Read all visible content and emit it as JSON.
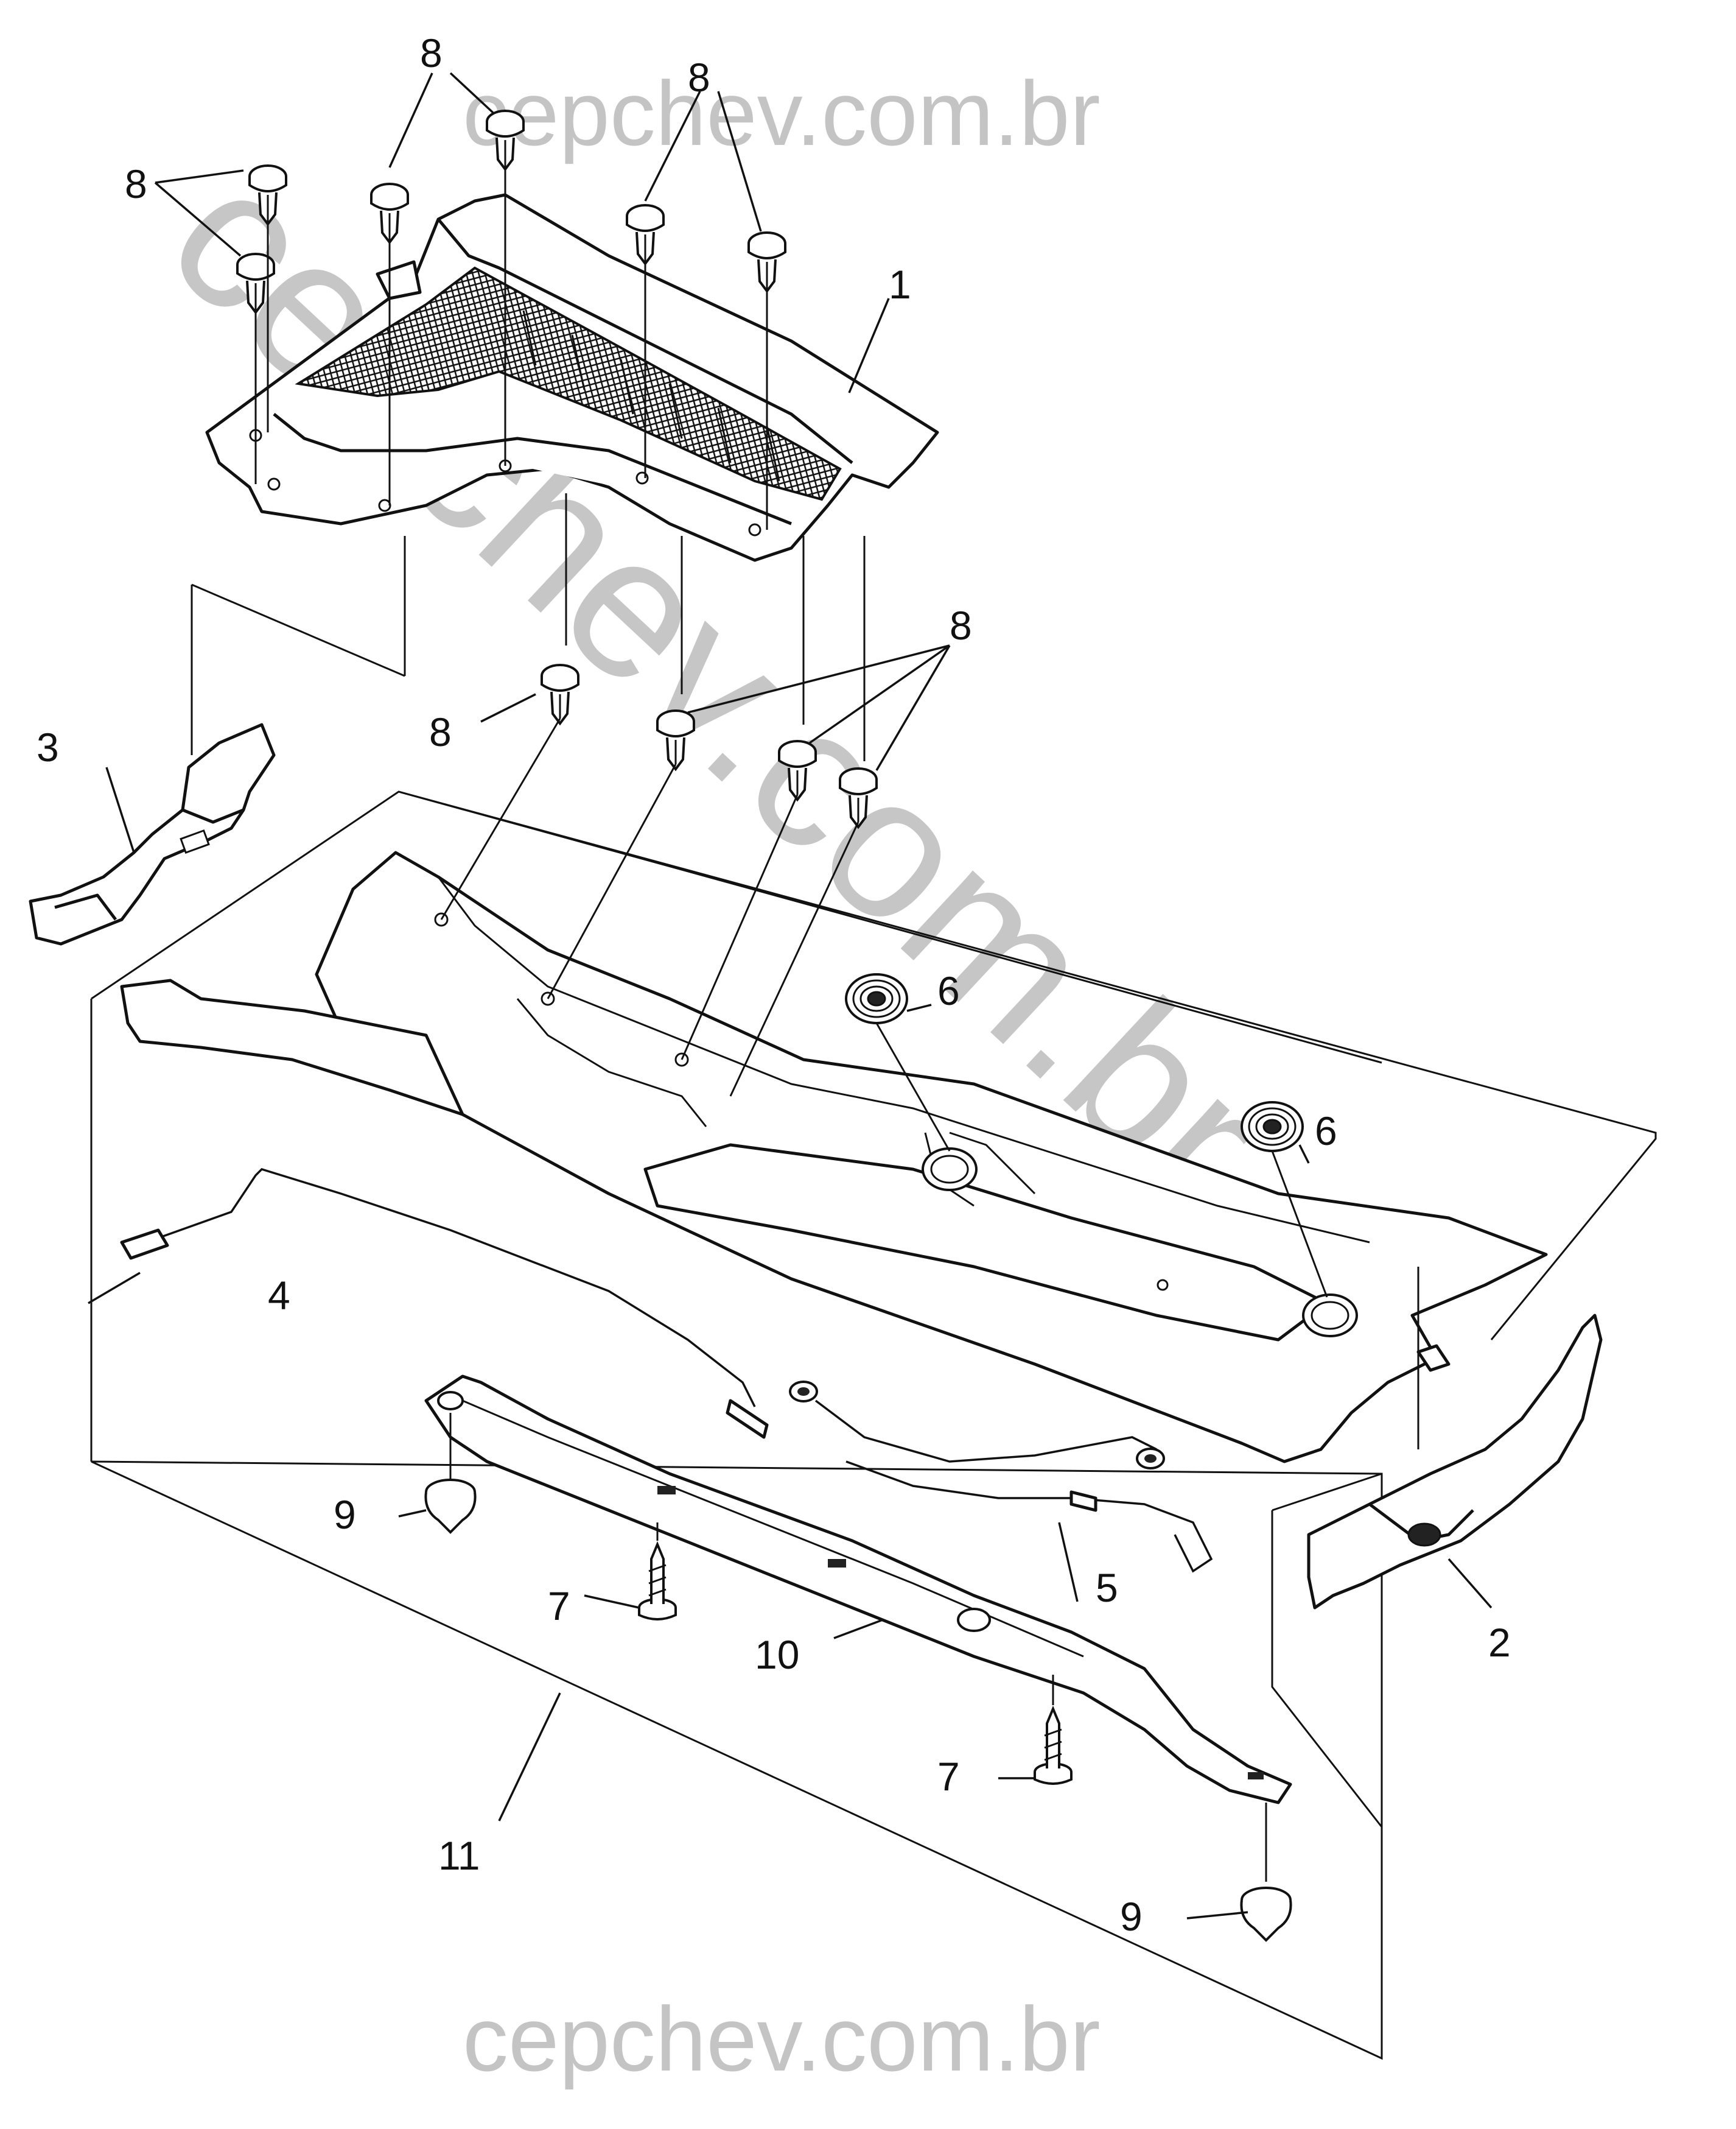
{
  "watermark": {
    "top": "cepchev.com.br",
    "bottom": "cepchev.com.br",
    "diagonal": "cepchev.com.br"
  },
  "callouts": {
    "c1": "1",
    "c2": "2",
    "c3": "3",
    "c4": "4",
    "c5": "5",
    "c6a": "6",
    "c6b": "6",
    "c7a": "7",
    "c7b": "7",
    "c8a": "8",
    "c8b": "8",
    "c8c": "8",
    "c8d": "8",
    "c8e": "8",
    "c9a": "9",
    "c9b": "9",
    "c10": "10",
    "c11": "11"
  },
  "colors": {
    "line": "#111111",
    "watermark": "#c4c4c4"
  }
}
